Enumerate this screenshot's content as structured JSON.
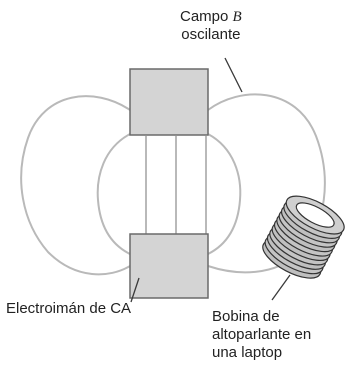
{
  "labels": {
    "field_line1": "Campo",
    "field_symbol": "B",
    "field_line2": "oscilante",
    "electromagnet": "Electroimán de CA",
    "coil_line1": "Bobina de",
    "coil_line2": "altoparlante en",
    "coil_line3": "una laptop"
  },
  "colors": {
    "field_lines": "#b9b9b9",
    "magnet_fill": "#d4d4d4",
    "magnet_stroke": "#6a6a6a",
    "coil_fill": "#bfbfbf",
    "coil_stroke": "#333333",
    "leader_lines": "#3a3a3a"
  }
}
